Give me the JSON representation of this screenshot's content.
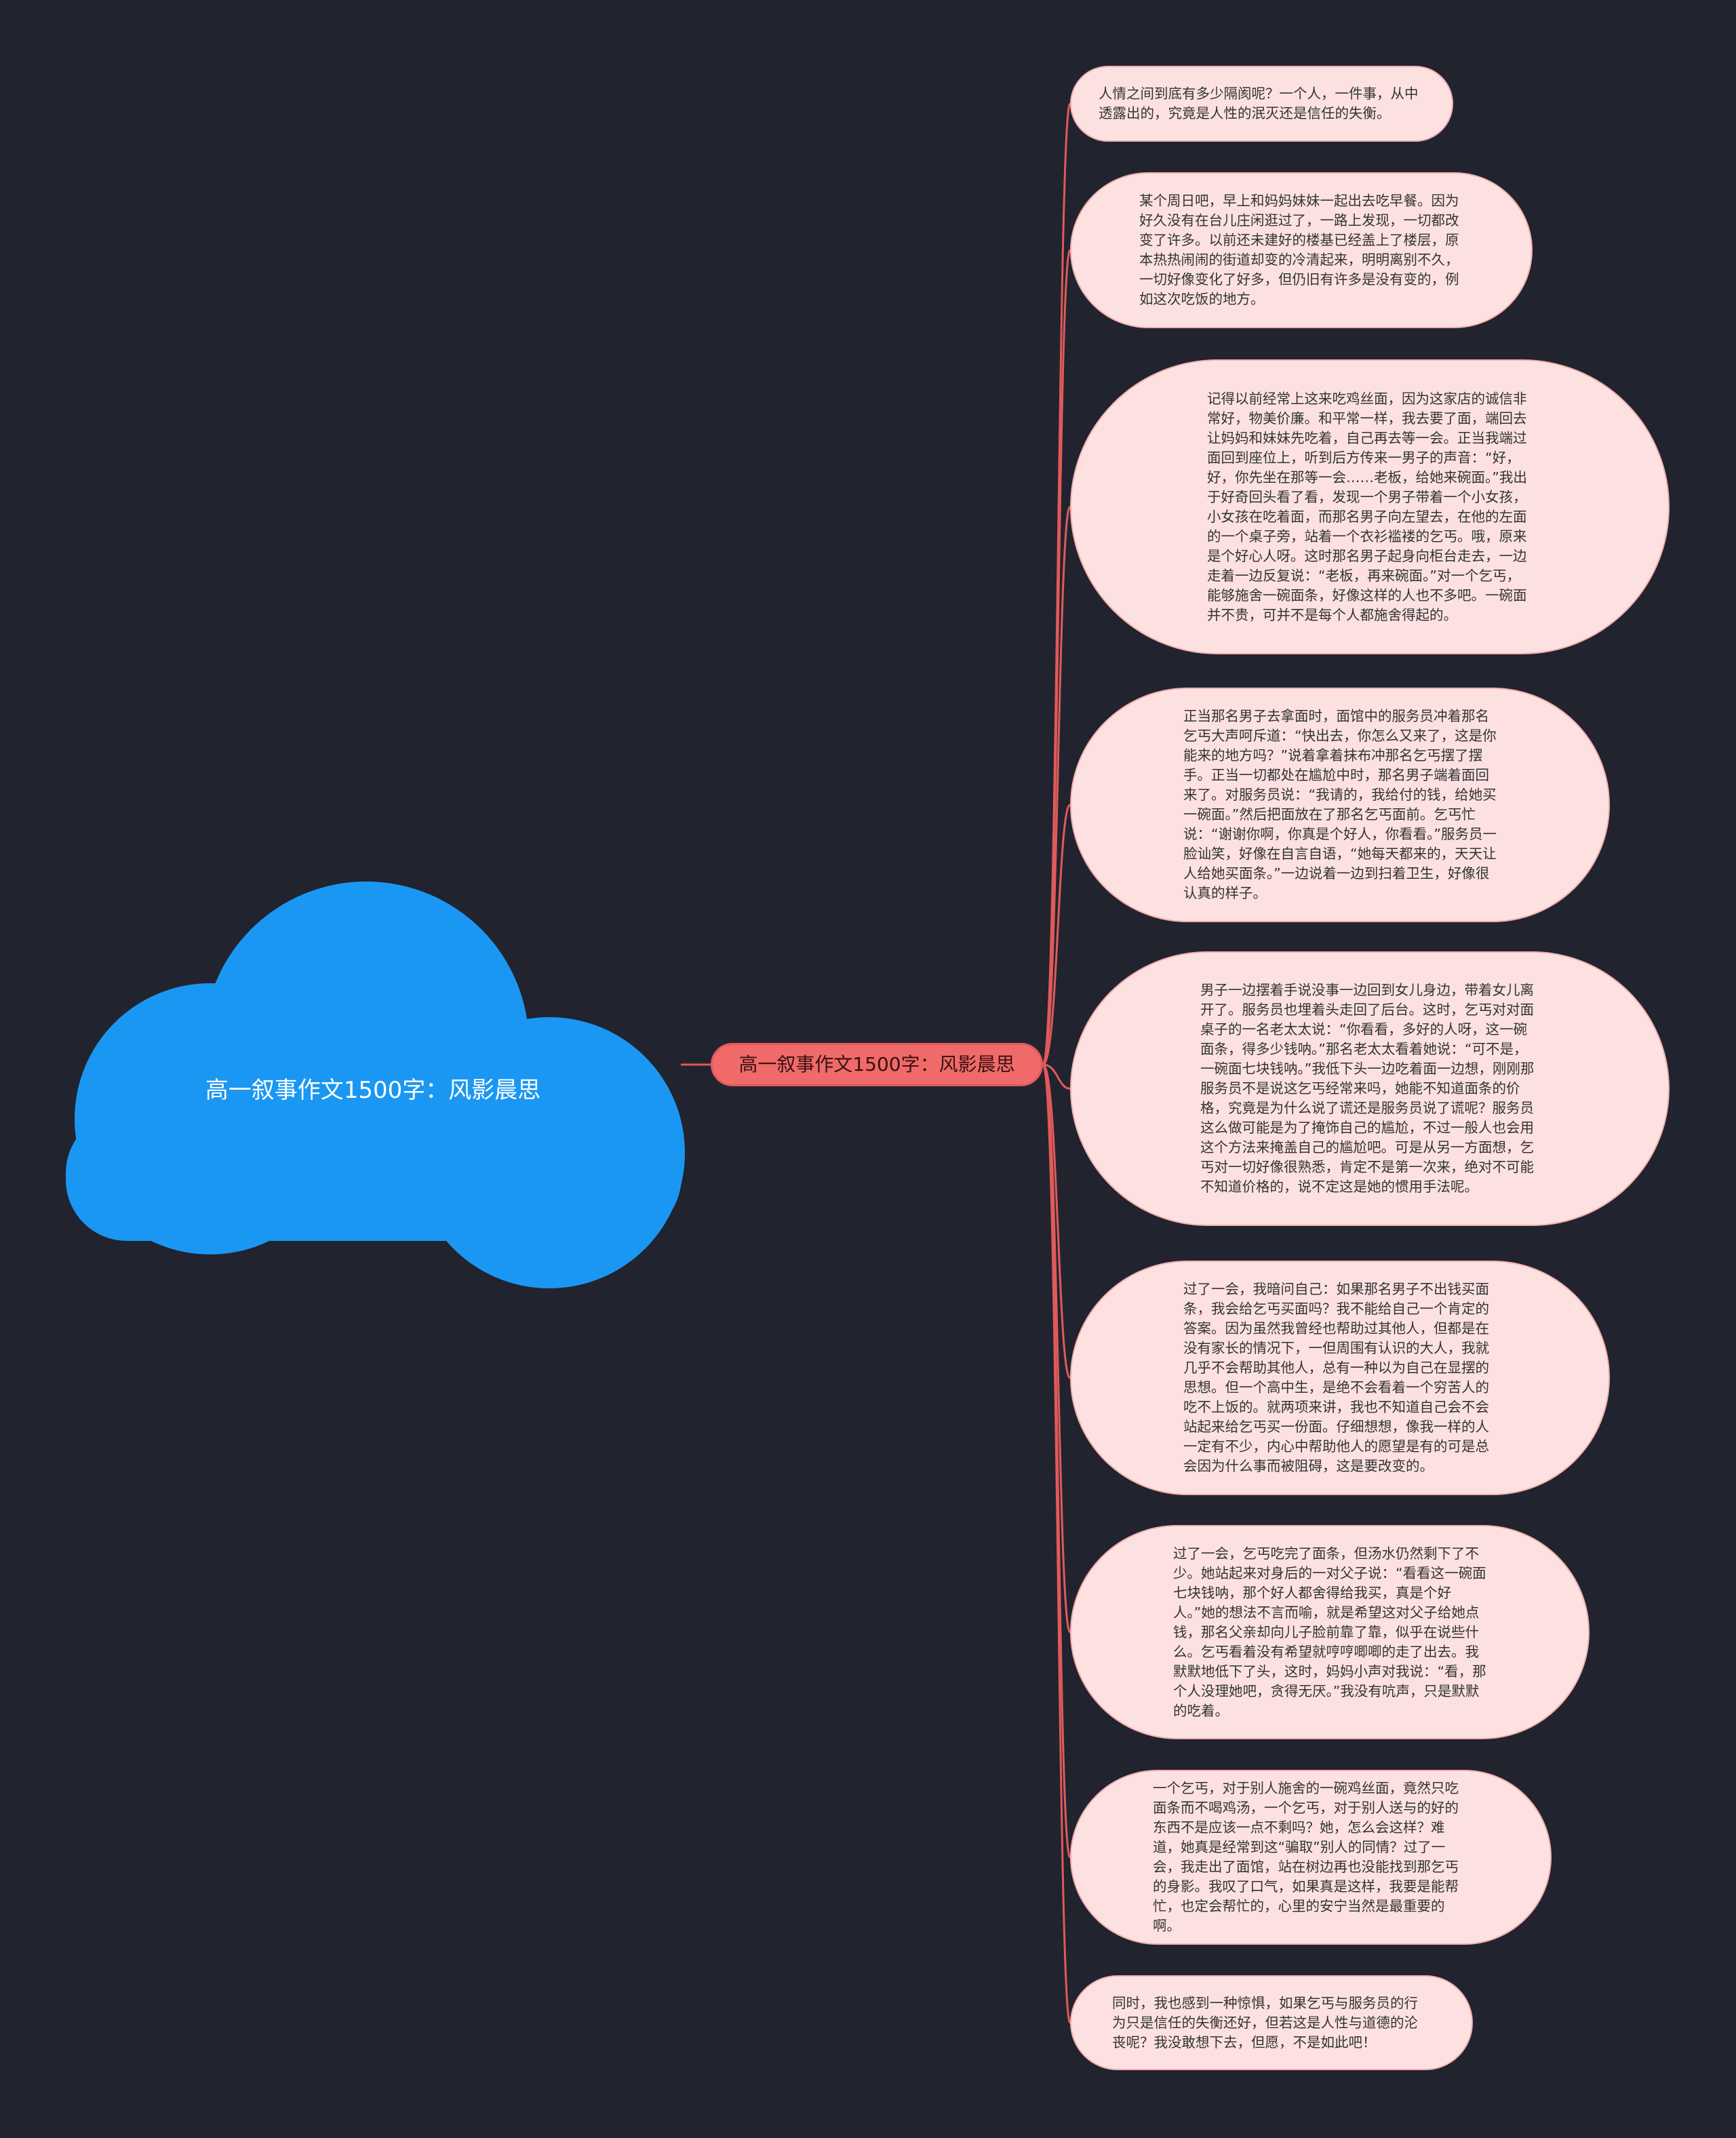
{
  "colors": {
    "background": "#21232f",
    "root_fill": "#1a97f3",
    "center_fill": "#f06a6a",
    "leaf_fill": "#fde1e1",
    "edge": "#e05a5a"
  },
  "root": {
    "label": "高一叙事作文1500字：风影晨思"
  },
  "center": {
    "label": "高一叙事作文1500字：风影晨思"
  },
  "leaves": [
    "人情之间到底有多少隔阂呢？一个人，一件事，从中透露出的，究竟是人性的泯灭还是信任的失衡。",
    "某个周日吧，早上和妈妈妹妹一起出去吃早餐。因为好久没有在台儿庄闲逛过了，一路上发现，一切都改变了许多。以前还未建好的楼基已经盖上了楼层，原本热热闹闹的街道却变的冷清起来，明明离别不久，一切好像变化了好多，但仍旧有许多是没有变的，例如这次吃饭的地方。",
    "记得以前经常上这来吃鸡丝面，因为这家店的诚信非常好，物美价廉。和平常一样，我去要了面，端回去让妈妈和妹妹先吃着，自己再去等一会。正当我端过面回到座位上，听到后方传来一男子的声音：“好，好，你先坐在那等一会……老板，给她来碗面。”我出于好奇回头看了看，发现一个男子带着一个小女孩，小女孩在吃着面，而那名男子向左望去，在他的左面的一个桌子旁，站着一个衣衫褴褛的乞丐。哦，原来是个好心人呀。这时那名男子起身向柜台走去，一边走着一边反复说：“老板，再来碗面。”对一个乞丐，能够施舍一碗面条，好像这样的人也不多吧。一碗面并不贵，可并不是每个人都施舍得起的。",
    "正当那名男子去拿面时，面馆中的服务员冲着那名乞丐大声呵斥道：“快出去，你怎么又来了，这是你能来的地方吗？”说着拿着抹布冲那名乞丐摆了摆手。正当一切都处在尴尬中时，那名男子端着面回来了。对服务员说：“我请的，我给付的钱，给她买一碗面。”然后把面放在了那名乞丐面前。乞丐忙说：“谢谢你啊，你真是个好人，你看看。”服务员一脸讪笑，好像在自言自语，“她每天都来的，天天让人给她买面条。”一边说着一边到扫着卫生，好像很认真的样子。",
    "男子一边摆着手说没事一边回到女儿身边，带着女儿离开了。服务员也埋着头走回了后台。这时，乞丐对对面桌子的一名老太太说：“你看看，多好的人呀，这一碗面条，得多少钱呐。”那名老太太看着她说：“可不是，一碗面七块钱呐。”我低下头一边吃着面一边想，刚刚那服务员不是说这乞丐经常来吗，她能不知道面条的价格，究竟是为什么说了谎还是服务员说了谎呢？服务员这么做可能是为了掩饰自己的尴尬，不过一般人也会用这个方法来掩盖自己的尴尬吧。可是从另一方面想，乞丐对一切好像很熟悉，肯定不是第一次来，绝对不可能不知道价格的，说不定这是她的惯用手法呢。",
    "过了一会，我暗问自己：如果那名男子不出钱买面条，我会给乞丐买面吗？我不能给自己一个肯定的答案。因为虽然我曾经也帮助过其他人，但都是在没有家长的情况下，一但周围有认识的大人，我就几乎不会帮助其他人，总有一种以为自己在显摆的思想。但一个高中生，是绝不会看着一个穷苦人的吃不上饭的。就两项来讲，我也不知道自己会不会站起来给乞丐买一份面。仔细想想，像我一样的人一定有不少，内心中帮助他人的愿望是有的可是总会因为什么事而被阻碍，这是要改变的。",
    "过了一会，乞丐吃完了面条，但汤水仍然剩下了不少。她站起来对身后的一对父子说：“看看这一碗面七块钱呐，那个好人都舍得给我买，真是个好人。”她的想法不言而喻，就是希望这对父子给她点钱，那名父亲却向儿子脸前靠了靠，似乎在说些什么。乞丐看着没有希望就哼哼唧唧的走了出去。我默默地低下了头，这时，妈妈小声对我说：“看，那个人没理她吧，贪得无厌。”我没有吭声，只是默默的吃着。",
    "一个乞丐，对于别人施舍的一碗鸡丝面，竟然只吃面条而不喝鸡汤，一个乞丐，对于别人送与的好的东西不是应该一点不剩吗？她，怎么会这样？难道，她真是经常到这“骗取”别人的同情？过了一会，我走出了面馆，站在树边再也没能找到那乞丐的身影。我叹了口气，如果真是这样，我要是能帮忙，也定会帮忙的，心里的安宁当然是最重要的啊。",
    "同时，我也感到一种惊惧，如果乞丐与服务员的行为只是信任的失衡还好，但若这是人性与道德的沦丧呢？我没敢想下去，但愿，不是如此吧！"
  ]
}
